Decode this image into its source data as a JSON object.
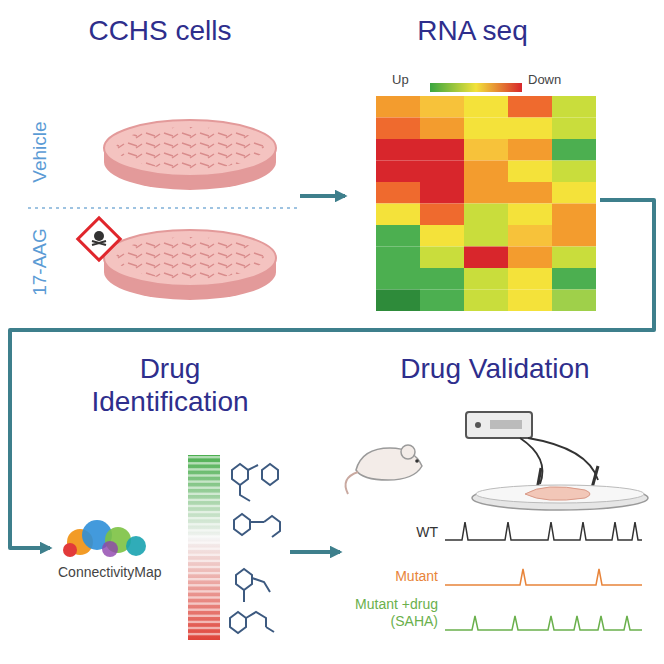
{
  "diagram": {
    "nodes": [
      {
        "text": [
          "CCHS cells"
        ]
      },
      {
        "text": [
          "RNA seq"
        ]
      },
      {
        "text": [
          "Drug Identification"
        ]
      },
      {
        "text": [
          "Drug Validation"
        ]
      }
    ],
    "edges": [
      {
        "from": 0,
        "to": 1,
        "arrow": "to"
      },
      {
        "from": 1,
        "to": 2,
        "arrow": "to"
      },
      {
        "from": 2,
        "to": 3,
        "arrow": "to"
      }
    ],
    "labels": [
      "Vehicle",
      "17-AAG",
      "Up",
      "Down",
      "ConnectivityMap",
      "WT",
      "Mutant",
      "Mutant +drug (SAHA)"
    ]
  }
}
